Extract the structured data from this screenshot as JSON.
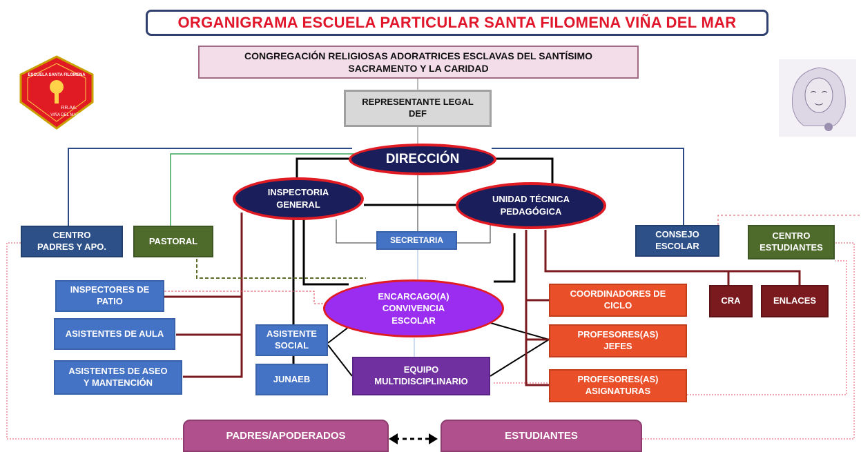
{
  "title": "ORGANIGRAMA ESCUELA PARTICULAR SANTA FILOMENA VIÑA DEL MAR",
  "logo": {
    "top_text": "ESCUELA SANTA FILOMENA",
    "mid_text": "RR.AA.",
    "bottom_text": "VIÑA DEL MAR",
    "color": "#e01b24"
  },
  "portrait": {
    "icon": "founder-portrait-icon"
  },
  "congregacion": "CONGREGACIÓN RELIGIOSAS ADORATRICES ESCLAVAS DEL SANTÍSIMO SACRAMENTO Y LA CARIDAD",
  "representante": {
    "line1": "REPRESENTANTE LEGAL",
    "line2": "DEF"
  },
  "direccion": "DIRECCIÓN",
  "inspectoria": {
    "line1": "INSPECTORIA",
    "line2": "GENERAL"
  },
  "utp": {
    "line1": "UNIDAD TÉCNICA",
    "line2": "PEDAGÓGICA"
  },
  "secretaria": "SECRETARIA",
  "centro_padres": {
    "line1": "CENTRO",
    "line2": "PADRES Y APO."
  },
  "pastoral": "PASTORAL",
  "consejo": {
    "line1": "CONSEJO",
    "line2": "ESCOLAR"
  },
  "centro_estudiantes": {
    "line1": "CENTRO",
    "line2": "ESTUDIANTES"
  },
  "convivencia": {
    "line1": "ENCARCAGO(A)",
    "line2": "CONVIVENCIA",
    "line3": "ESCOLAR"
  },
  "inspectores_patio": {
    "line1": "INSPECTORES DE",
    "line2": "PATIO"
  },
  "asistentes_aula": "ASISTENTES DE AULA",
  "asistentes_aseo": {
    "line1": "ASISTENTES DE ASEO",
    "line2": "Y MANTENCIÓN"
  },
  "asistente_social": {
    "line1": "ASISTENTE",
    "line2": "SOCIAL"
  },
  "junaeb": "JUNAEB",
  "equipo": {
    "line1": "EQUIPO",
    "line2": "MULTIDISCIPLINARIO"
  },
  "coordinadores": {
    "line1": "COORDINADORES DE",
    "line2": "CICLO"
  },
  "profesores_jefes": {
    "line1": "PROFESORES(AS)",
    "line2": "JEFES"
  },
  "profesores_asignaturas": {
    "line1": "PROFESORES(AS)",
    "line2": "ASIGNATURAS"
  },
  "cra": "CRA",
  "enlaces": "ENLACES",
  "padres": "PADRES/APODERADOS",
  "estudiantes": "ESTUDIANTES",
  "colors": {
    "title_red": "#e0162b",
    "navy_ellipse": "#1a1e5a",
    "blue_box": "#4472c4",
    "navy_box": "#2d5088",
    "green_box": "#4e6b2c",
    "orange_box": "#e9502a",
    "darkred_box": "#7b1a1e",
    "purple_box": "#7030a0",
    "pink_box": "#b0508c",
    "violet_ellipse": "#9b2df0"
  }
}
